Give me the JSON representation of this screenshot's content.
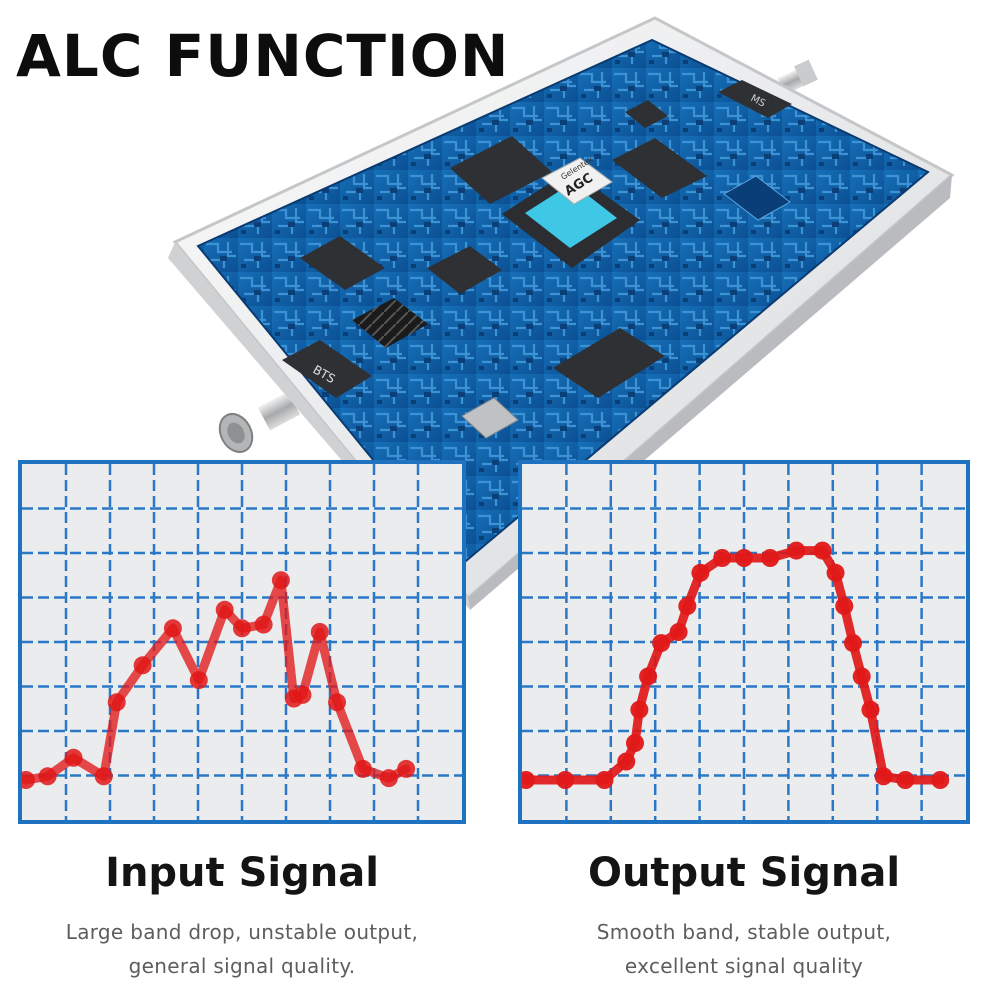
{
  "header": {
    "title": "ALC FUNCTION"
  },
  "device": {
    "chip_brand": "Gelentek",
    "chip_label": "AGC",
    "bts_label": "BTS",
    "ms_label": "MS"
  },
  "panels": {
    "input": {
      "heading": "Input Signal",
      "desc_line1": "Large band drop, unstable output,",
      "desc_line2": "general signal quality."
    },
    "output": {
      "heading": "Output Signal",
      "desc_line1": "Smooth band, stable output,",
      "desc_line2": "excellent signal quality"
    }
  },
  "chart_data": [
    {
      "type": "line",
      "title": "Input Signal",
      "x": [
        0,
        0.5,
        1.1,
        1.8,
        2.1,
        2.7,
        3.4,
        4.0,
        4.6,
        5.0,
        5.5,
        5.9,
        6.2,
        6.4,
        6.8,
        7.2,
        7.8,
        8.4,
        8.8
      ],
      "y": [
        0.0,
        0.1,
        0.6,
        0.1,
        2.1,
        3.1,
        4.1,
        2.7,
        4.6,
        4.1,
        4.2,
        5.4,
        2.2,
        2.3,
        4.0,
        2.1,
        0.3,
        0.05,
        0.3
      ],
      "xlim": [
        0,
        10
      ],
      "ylim": [
        0,
        8
      ],
      "grid": true,
      "color": "#e01818"
    },
    {
      "type": "line",
      "title": "Output Signal",
      "x": [
        0,
        0.9,
        1.8,
        2.3,
        2.5,
        2.6,
        2.8,
        3.1,
        3.5,
        3.7,
        4.0,
        4.5,
        5.0,
        5.6,
        6.2,
        6.8,
        7.1,
        7.3,
        7.5,
        7.7,
        7.9,
        8.2,
        8.7,
        9.5
      ],
      "y": [
        0.0,
        0.0,
        0.0,
        0.5,
        1.0,
        1.9,
        2.8,
        3.7,
        4.0,
        4.7,
        5.6,
        6.0,
        6.0,
        6.0,
        6.2,
        6.2,
        5.6,
        4.7,
        3.7,
        2.8,
        1.9,
        0.1,
        0.0,
        0.0
      ],
      "xlim": [
        0,
        10
      ],
      "ylim": [
        0,
        8
      ],
      "grid": true,
      "color": "#e01818"
    }
  ]
}
